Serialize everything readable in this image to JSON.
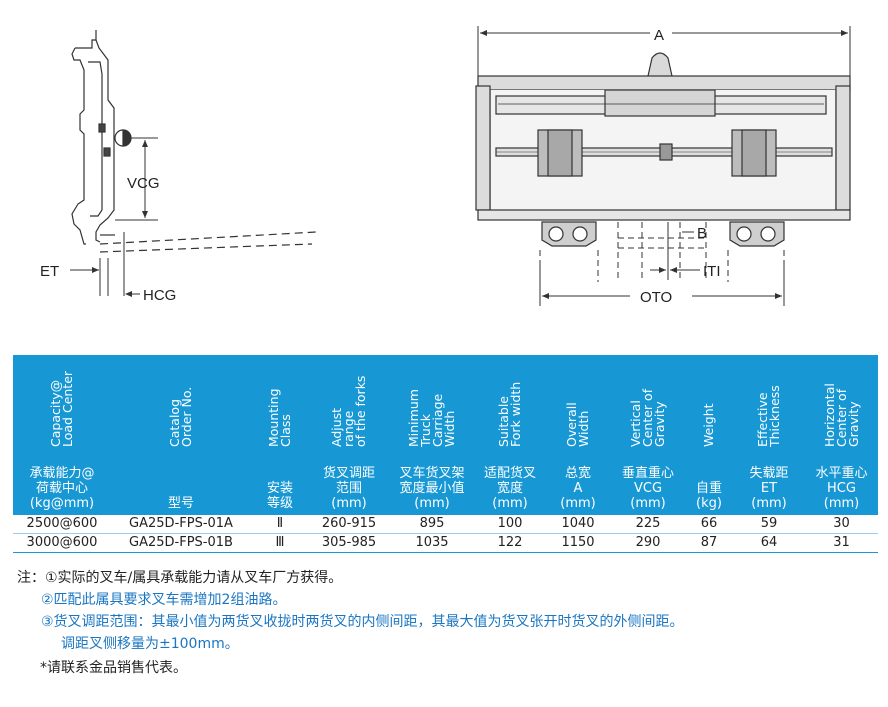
{
  "drawing_labels": {
    "vcg": "VCG",
    "et": "ET",
    "hcg": "HCG",
    "a": "A",
    "b": "B",
    "iti": "ITI",
    "oto": "OTO"
  },
  "table": {
    "headers": [
      {
        "en": "Capacity@\nLoad Center",
        "zh": [
          "承载能力@",
          "荷载中心",
          "(kg@mm)"
        ]
      },
      {
        "en": "Catalog\nOrder No.",
        "zh": [
          "型号"
        ]
      },
      {
        "en": "Mounting\nClass",
        "zh": [
          "安装",
          "等级"
        ]
      },
      {
        "en": "Adjust\nrange\nof the forks",
        "zh": [
          "货叉调距",
          "范围",
          "(mm)"
        ]
      },
      {
        "en": "Minimum\nTruck\nCarriage\nWidth",
        "zh": [
          "叉车货叉架",
          "宽度最小值",
          "(mm)"
        ]
      },
      {
        "en": "Suitable\nFork width",
        "zh": [
          "适配货叉",
          "宽度",
          "(mm)"
        ]
      },
      {
        "en": "Overall\nWidth",
        "zh": [
          "总宽",
          "A",
          "(mm)"
        ]
      },
      {
        "en": "Vertical\nCenter of\nGravity",
        "zh": [
          "垂直重心",
          "VCG",
          "(mm)"
        ]
      },
      {
        "en": "Weight",
        "zh": [
          "自重",
          "(kg)"
        ]
      },
      {
        "en": "Effective\nThickness",
        "zh": [
          "失载距",
          "ET",
          "(mm)"
        ]
      },
      {
        "en": "Horizontal\nCenter of\nGravity",
        "zh": [
          "水平重心",
          "HCG",
          "(mm)"
        ]
      }
    ],
    "rows": [
      [
        "2500@600",
        "GA25D-FPS-01A",
        "Ⅱ",
        "260-915",
        "895",
        "100",
        "1040",
        "225",
        "66",
        "59",
        "30"
      ],
      [
        "3000@600",
        "GA25D-FPS-01B",
        "Ⅲ",
        "305-985",
        "1035",
        "122",
        "1150",
        "290",
        "87",
        "64",
        "31"
      ]
    ]
  },
  "notes": {
    "prefix": "注：",
    "n1": "①实际的叉车/属具承载能力请从叉车厂方获得。",
    "n2": "②匹配此属具要求叉车需增加2组油路。",
    "n3": "③货叉调距范围：其最小值为两货叉收拢时两货叉的内侧间距，其最大值为货叉张开时货叉的外侧间距。",
    "n3b": "调距叉侧移量为±100mm。",
    "contact": "*请联系金品销售代表。"
  },
  "colors": {
    "header_bg": "#1798d5",
    "note_blue": "#1a76c2"
  }
}
